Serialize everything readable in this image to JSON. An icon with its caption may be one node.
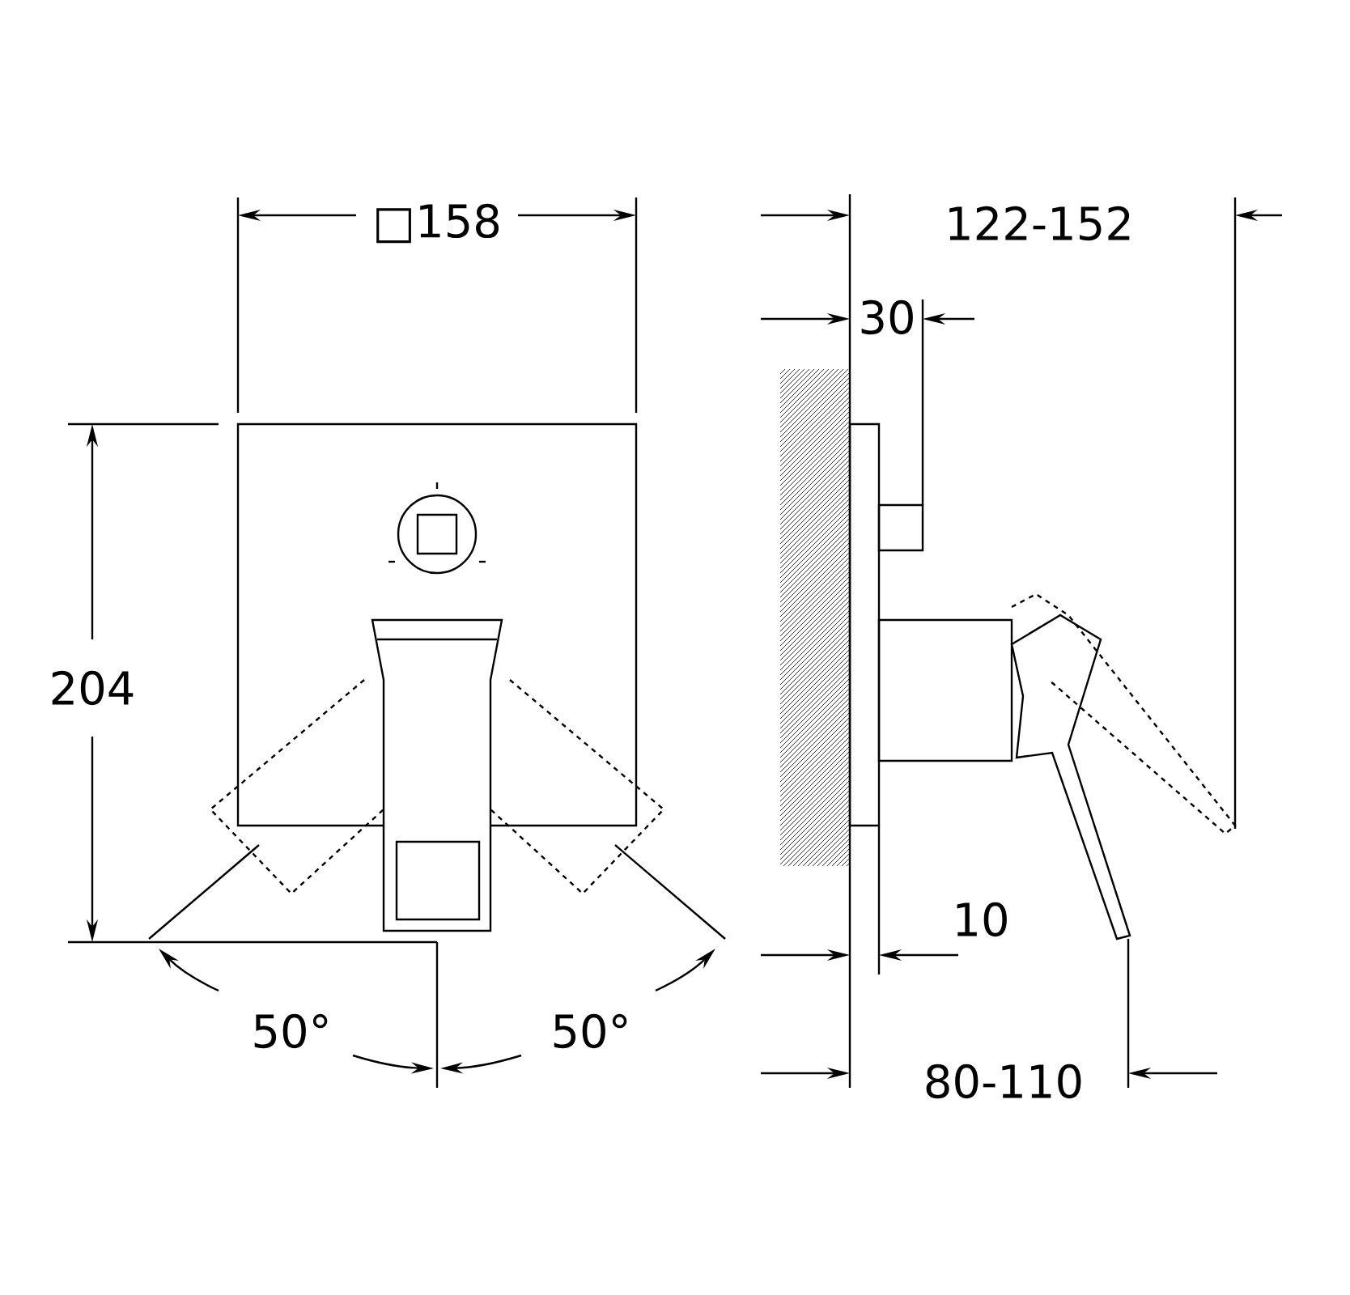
{
  "diagram": {
    "labels": [
      "□158",
      "204",
      "50°",
      "50°",
      "122-152",
      "30",
      "10",
      "80-110"
    ]
  }
}
